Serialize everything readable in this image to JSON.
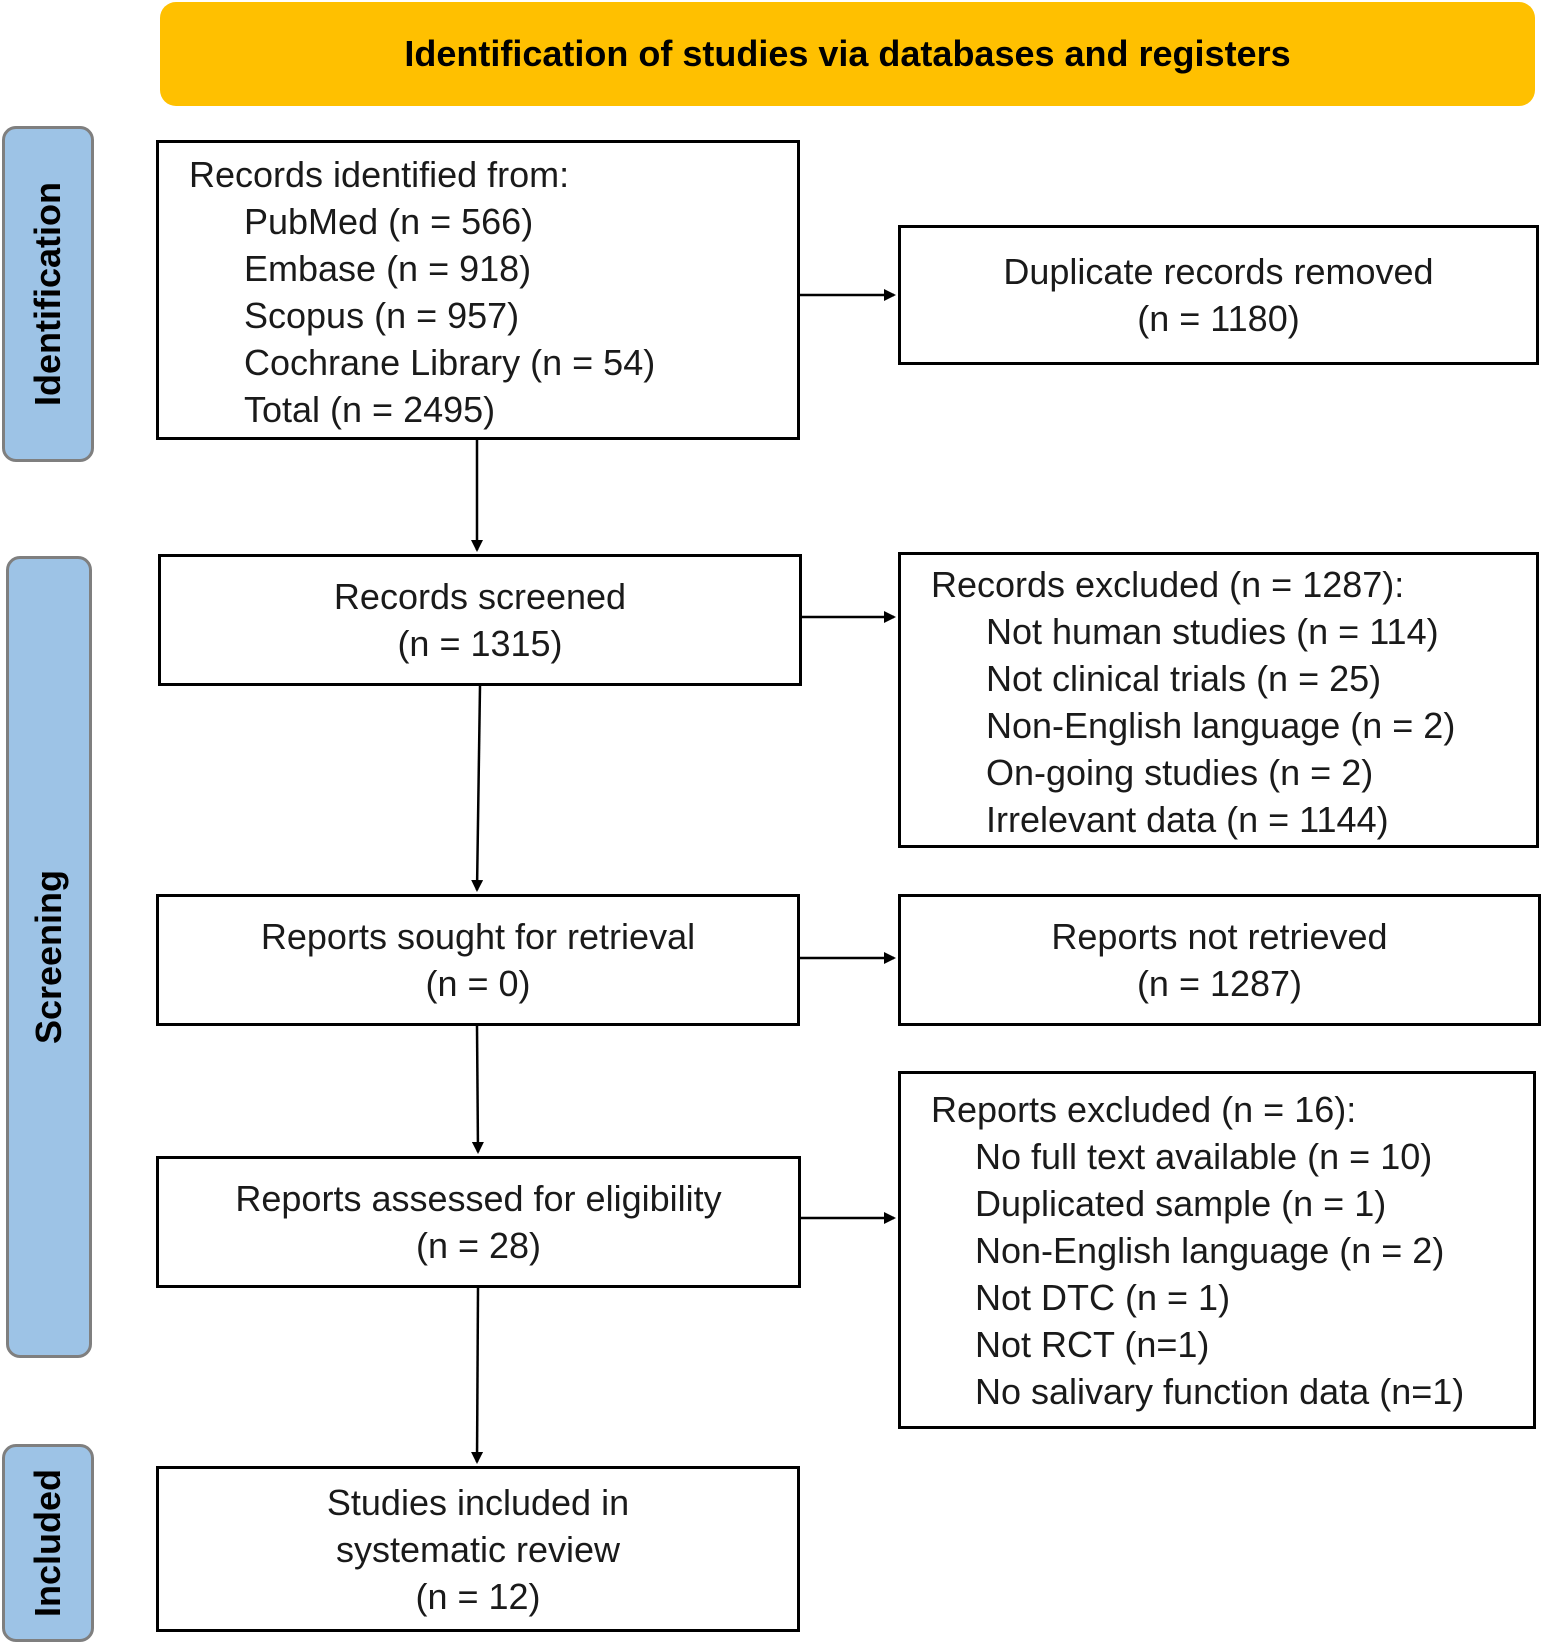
{
  "header": {
    "title": "Identification of studies via databases and registers"
  },
  "phases": {
    "identification": "Identification",
    "screening": "Screening",
    "included": "Included"
  },
  "boxes": {
    "records_identified": {
      "heading": "Records identified from:",
      "items": [
        "PubMed (n = 566)",
        "Embase (n = 918)",
        "Scopus (n = 957)",
        "Cochrane Library (n = 54)",
        "Total (n = 2495)"
      ]
    },
    "duplicates_removed": {
      "label": "Duplicate records removed",
      "count": "(n = 1180)"
    },
    "records_screened": {
      "label": "Records screened",
      "count": "(n = 1315)"
    },
    "records_excluded": {
      "heading": "Records excluded (n = 1287):",
      "items": [
        "Not human studies (n = 114)",
        "Not clinical trials (n = 25)",
        "Non-English language (n = 2)",
        "On-going studies (n = 2)",
        "Irrelevant data (n = 1144)"
      ]
    },
    "reports_sought": {
      "label": "Reports sought for retrieval",
      "count": "(n = 0)"
    },
    "reports_not_retrieved": {
      "label": "Reports not retrieved",
      "count": "(n = 1287)"
    },
    "reports_assessed": {
      "label": "Reports assessed for eligibility",
      "count": "(n = 28)"
    },
    "reports_excluded": {
      "heading": "Reports excluded (n = 16):",
      "items": [
        "No full text available (n = 10)",
        "Duplicated sample (n = 1)",
        "Non-English language (n = 2)",
        "Not DTC (n = 1)",
        "Not RCT (n=1)",
        "No salivary function data (n=1)"
      ]
    },
    "studies_included": {
      "label_line1": "Studies included in",
      "label_line2": "systematic review",
      "count": "(n = 12)"
    }
  }
}
